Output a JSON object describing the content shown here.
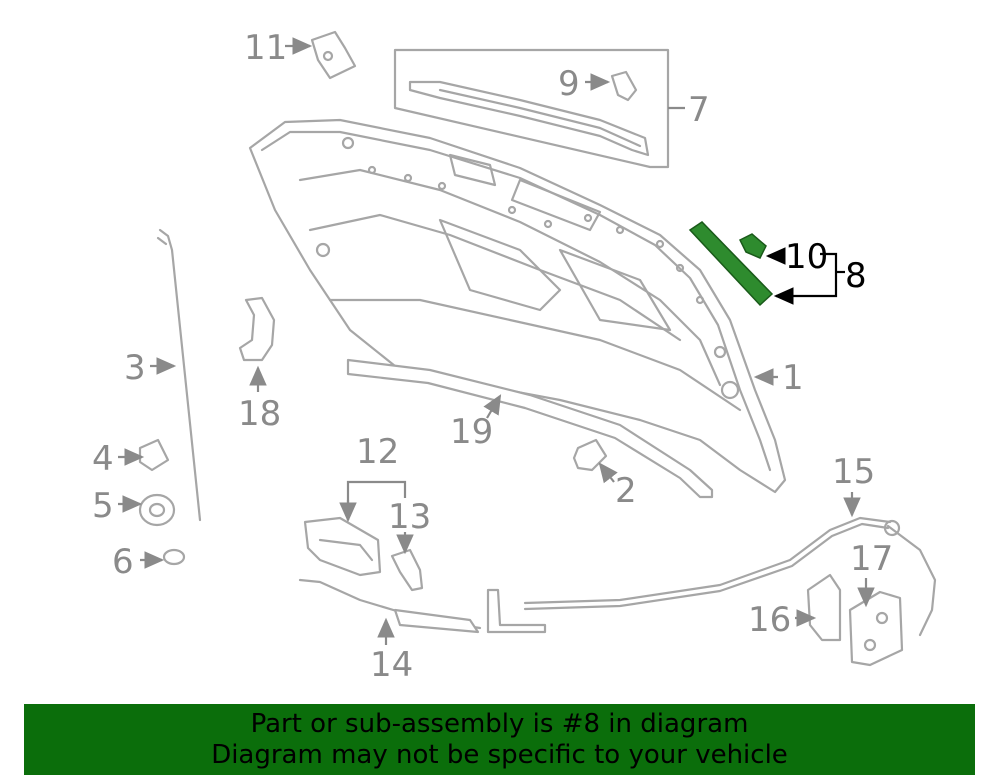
{
  "diagram": {
    "highlighted_part": "8",
    "highlight_color": "#2e8b2e",
    "callouts": {
      "c1": "1",
      "c2": "2",
      "c3": "3",
      "c4": "4",
      "c5": "5",
      "c6": "6",
      "c7": "7",
      "c8": "8",
      "c9": "9",
      "c10": "10",
      "c11": "11",
      "c12": "12",
      "c13": "13",
      "c14": "14",
      "c15": "15",
      "c16": "16",
      "c17": "17",
      "c18": "18",
      "c19": "19"
    }
  },
  "banner": {
    "line1": "Part or sub-assembly is #8 in diagram",
    "line2": "Diagram may not be specific to your vehicle",
    "background": "#0b6e0b"
  }
}
